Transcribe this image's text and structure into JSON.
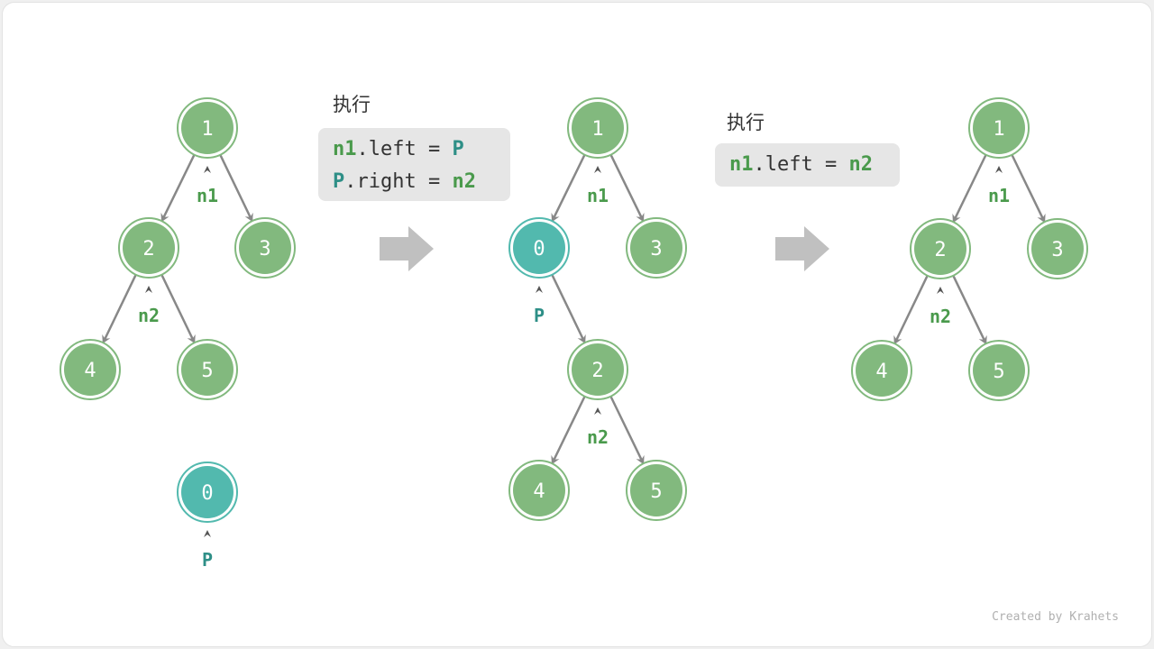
{
  "colors": {
    "node_green": "#82b97e",
    "node_teal": "#52b9ae",
    "edge": "#888888",
    "text_green": "#4a9a4c",
    "text_teal": "#2e8f87",
    "code_bg": "#e6e6e6",
    "step_arrow": "#c0c0c0"
  },
  "steps": [
    {
      "label": "执行",
      "code": [
        [
          {
            "t": "n1",
            "c": "g"
          },
          {
            "t": ".left = "
          },
          {
            "t": "P",
            "c": "t"
          }
        ],
        [
          {
            "t": "P",
            "c": "t"
          },
          {
            "t": ".right = "
          },
          {
            "t": "n2",
            "c": "g"
          }
        ]
      ]
    },
    {
      "label": "执行",
      "code": [
        [
          {
            "t": "n1",
            "c": "g"
          },
          {
            "t": ".left = "
          },
          {
            "t": "n2",
            "c": "g"
          }
        ]
      ]
    }
  ],
  "trees": [
    {
      "nodes": [
        {
          "id": "1",
          "color": "green"
        },
        {
          "id": "2",
          "color": "green"
        },
        {
          "id": "3",
          "color": "green"
        },
        {
          "id": "4",
          "color": "green"
        },
        {
          "id": "5",
          "color": "green"
        },
        {
          "id": "0",
          "color": "teal"
        }
      ],
      "edges": [
        [
          "1",
          "2"
        ],
        [
          "1",
          "3"
        ],
        [
          "2",
          "4"
        ],
        [
          "2",
          "5"
        ]
      ],
      "pointers": [
        {
          "node": "1",
          "label": "n1",
          "color": "green"
        },
        {
          "node": "2",
          "label": "n2",
          "color": "green"
        },
        {
          "node": "0",
          "label": "P",
          "color": "teal"
        }
      ]
    },
    {
      "nodes": [
        {
          "id": "1",
          "color": "green"
        },
        {
          "id": "0",
          "color": "teal"
        },
        {
          "id": "3",
          "color": "green"
        },
        {
          "id": "2",
          "color": "green"
        },
        {
          "id": "4",
          "color": "green"
        },
        {
          "id": "5",
          "color": "green"
        }
      ],
      "edges": [
        [
          "1",
          "0"
        ],
        [
          "1",
          "3"
        ],
        [
          "0",
          "2"
        ],
        [
          "2",
          "4"
        ],
        [
          "2",
          "5"
        ]
      ],
      "pointers": [
        {
          "node": "1",
          "label": "n1",
          "color": "green"
        },
        {
          "node": "0",
          "label": "P",
          "color": "teal"
        },
        {
          "node": "2",
          "label": "n2",
          "color": "green"
        }
      ]
    },
    {
      "nodes": [
        {
          "id": "1",
          "color": "green"
        },
        {
          "id": "2",
          "color": "green"
        },
        {
          "id": "3",
          "color": "green"
        },
        {
          "id": "4",
          "color": "green"
        },
        {
          "id": "5",
          "color": "green"
        }
      ],
      "edges": [
        [
          "1",
          "2"
        ],
        [
          "1",
          "3"
        ],
        [
          "2",
          "4"
        ],
        [
          "2",
          "5"
        ]
      ],
      "pointers": [
        {
          "node": "1",
          "label": "n1",
          "color": "green"
        },
        {
          "node": "2",
          "label": "n2",
          "color": "green"
        }
      ]
    }
  ],
  "credit": "Created by Krahets"
}
